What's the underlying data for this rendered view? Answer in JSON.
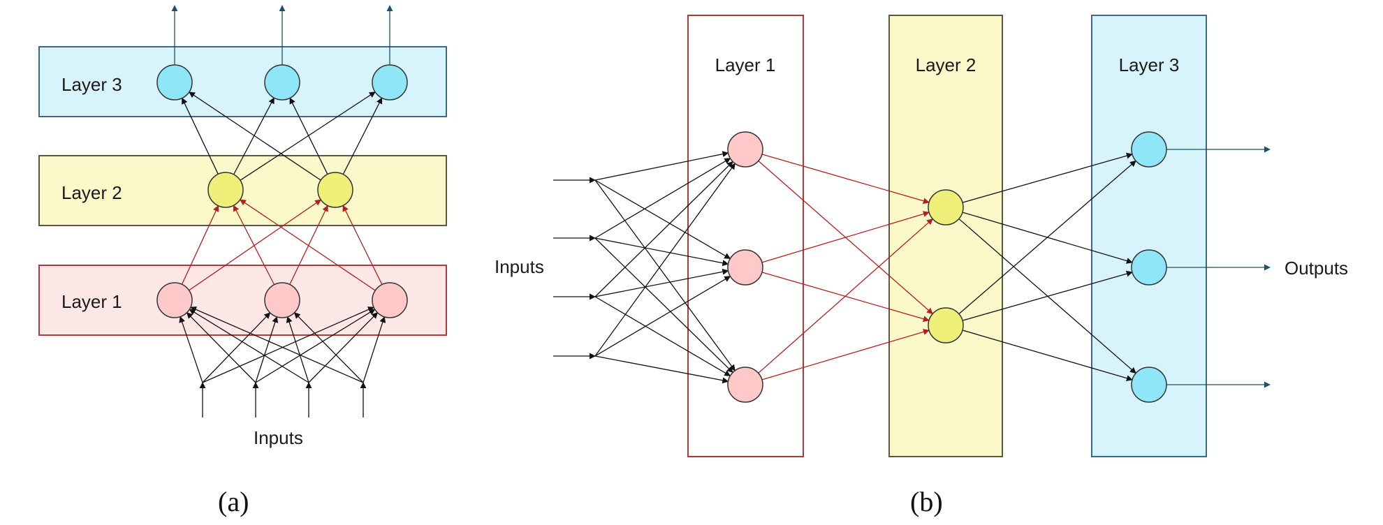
{
  "panel_a": {
    "caption": "(a)",
    "layer_labels": [
      "Layer 3",
      "Layer 2",
      "Layer 1"
    ],
    "inputs_label": "Inputs"
  },
  "panel_b": {
    "caption": "(b)",
    "layer_labels": [
      "Layer 1",
      "Layer 2",
      "Layer 3"
    ],
    "inputs_label": "Inputs",
    "outputs_label": "Outputs"
  },
  "colors": {
    "layer1_fill": "#ffd6d6",
    "layer1_border": "#b03a3a",
    "layer2_fill": "#fbf8c9",
    "layer2_border": "#5a5a3a",
    "layer3_fill": "#d8f4fb",
    "layer3_border": "#3a6a8a",
    "node1": "#ffc9c9",
    "node2": "#eef07a",
    "node3": "#8fe6f7",
    "edge_black": "#111111",
    "edge_red": "#b21f1f",
    "output_arrow": "#1f4f66"
  }
}
